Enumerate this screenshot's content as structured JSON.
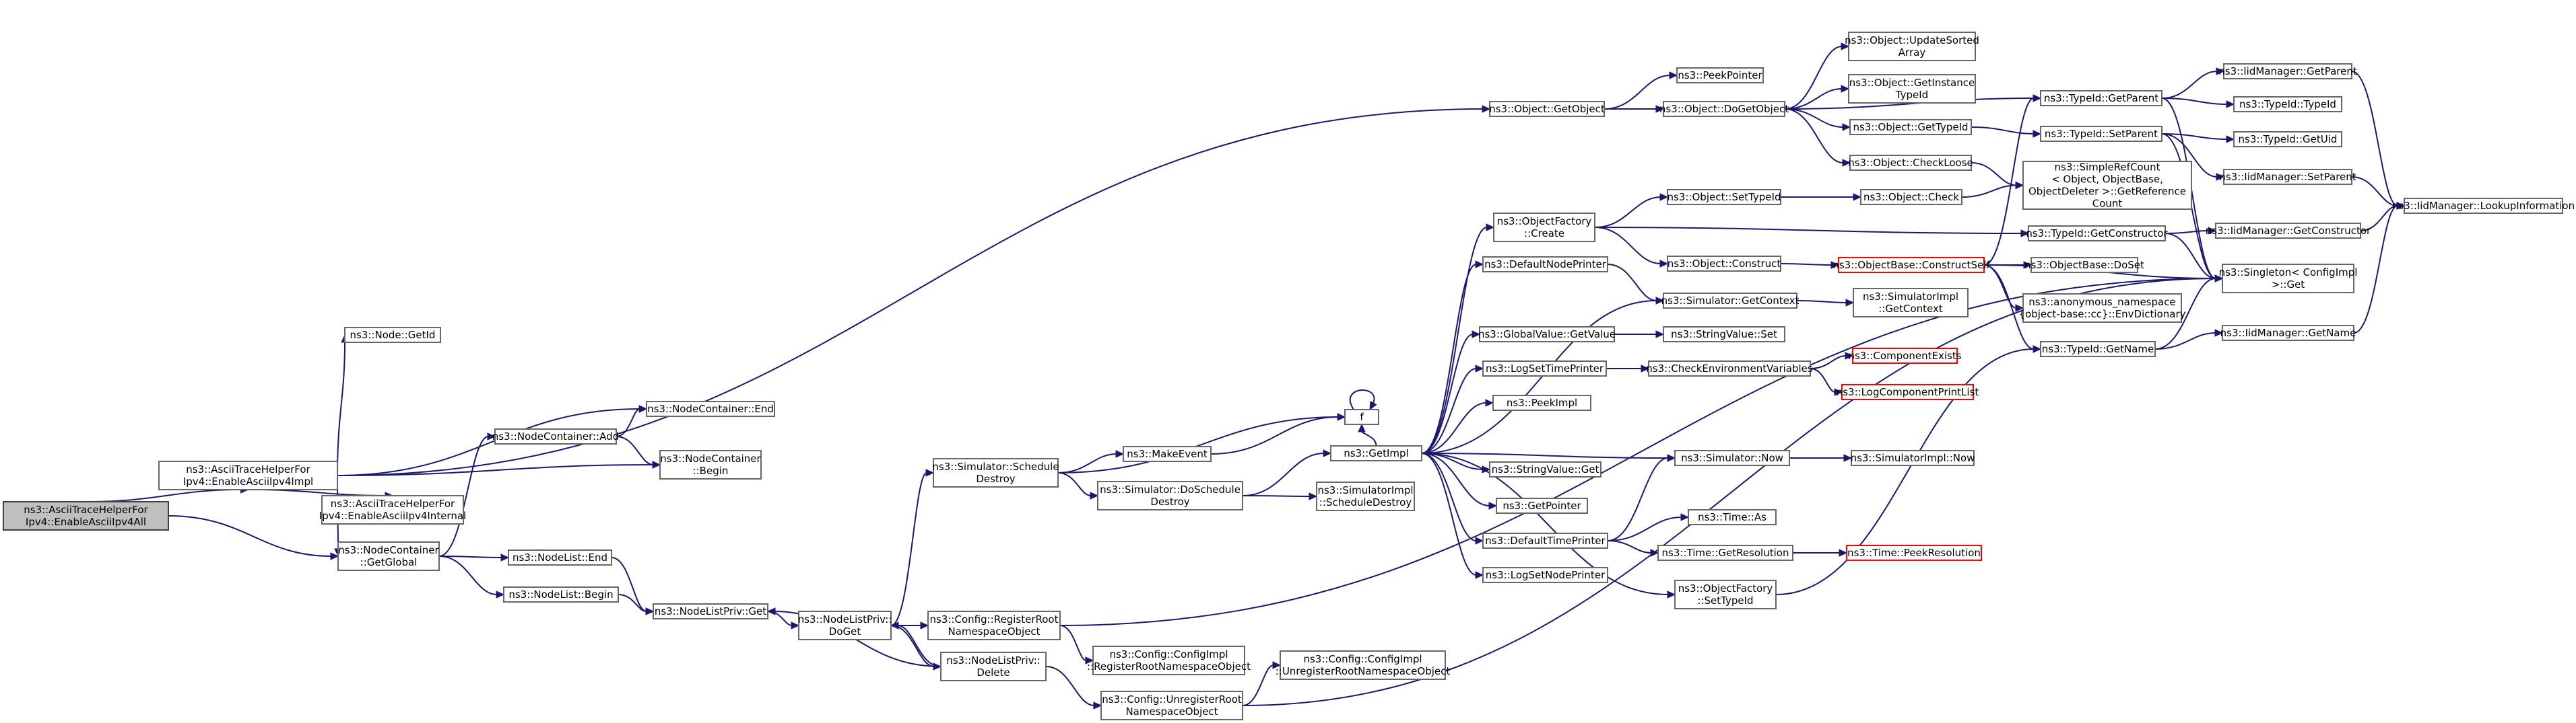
{
  "nodes": [
    {
      "id": "root",
      "label": [
        "ns3::AsciiTraceHelperFor",
        "Ipv4::EnableAsciiIpv4All"
      ],
      "style": "root"
    },
    {
      "id": "eai",
      "label": [
        "ns3::AsciiTraceHelperFor",
        "Ipv4::EnableAsciiIpv4Impl"
      ]
    },
    {
      "id": "getglobal",
      "label": [
        "ns3::NodeContainer",
        "::GetGlobal"
      ]
    },
    {
      "id": "getid",
      "label": [
        "ns3::Node::GetId"
      ]
    },
    {
      "id": "ncend",
      "label": [
        "ns3::NodeContainer::End"
      ]
    },
    {
      "id": "ncadd",
      "label": [
        "ns3::NodeContainer::Add"
      ]
    },
    {
      "id": "ncbegin",
      "label": [
        "ns3::NodeContainer",
        "::Begin"
      ]
    },
    {
      "id": "eaiint",
      "label": [
        "ns3::AsciiTraceHelperFor",
        "Ipv4::EnableAsciiIpv4Internal"
      ]
    },
    {
      "id": "nlend",
      "label": [
        "ns3::NodeList::End"
      ]
    },
    {
      "id": "nlbegin",
      "label": [
        "ns3::NodeList::Begin"
      ]
    },
    {
      "id": "nlpget",
      "label": [
        "ns3::NodeListPriv::Get"
      ]
    },
    {
      "id": "nlpdoget",
      "label": [
        "ns3::NodeListPriv::",
        "DoGet"
      ]
    },
    {
      "id": "simsched",
      "label": [
        "ns3::Simulator::Schedule",
        "Destroy"
      ]
    },
    {
      "id": "makeevent",
      "label": [
        "ns3::MakeEvent"
      ]
    },
    {
      "id": "dosched",
      "label": [
        "ns3::Simulator::DoSchedule",
        "Destroy"
      ]
    },
    {
      "id": "f",
      "label": [
        "f"
      ]
    },
    {
      "id": "cfgreg",
      "label": [
        "ns3::Config::RegisterRoot",
        "NamespaceObject"
      ]
    },
    {
      "id": "nlpdelete",
      "label": [
        "ns3::NodeListPriv::",
        "Delete"
      ]
    },
    {
      "id": "cfgimplreg",
      "label": [
        "ns3::Config::ConfigImpl",
        "::RegisterRootNamespaceObject"
      ]
    },
    {
      "id": "cfgunreg",
      "label": [
        "ns3::Config::UnregisterRoot",
        "NamespaceObject"
      ]
    },
    {
      "id": "cfgimplunreg",
      "label": [
        "ns3::Config::ConfigImpl",
        "::UnregisterRootNamespaceObject"
      ]
    },
    {
      "id": "getimpl",
      "label": [
        "ns3::GetImpl"
      ]
    },
    {
      "id": "simimplsched",
      "label": [
        "ns3::SimulatorImpl",
        "::ScheduleDestroy"
      ]
    },
    {
      "id": "getobject",
      "label": [
        "ns3::Object::GetObject"
      ]
    },
    {
      "id": "peekpointer",
      "label": [
        "ns3::PeekPointer"
      ]
    },
    {
      "id": "dogetobject",
      "label": [
        "ns3::Object::DoGetObject"
      ]
    },
    {
      "id": "updatesorted",
      "label": [
        "ns3::Object::UpdateSorted",
        "Array"
      ]
    },
    {
      "id": "getinstance",
      "label": [
        "ns3::Object::GetInstance",
        "TypeId"
      ]
    },
    {
      "id": "objgettypeid",
      "label": [
        "ns3::Object::GetTypeId"
      ]
    },
    {
      "id": "checkloose",
      "label": [
        "ns3::Object::CheckLoose"
      ]
    },
    {
      "id": "ofcreate",
      "label": [
        "ns3::ObjectFactory",
        "::Create"
      ]
    },
    {
      "id": "objsettypeid",
      "label": [
        "ns3::Object::SetTypeId"
      ]
    },
    {
      "id": "objcheck",
      "label": [
        "ns3::Object::Check"
      ]
    },
    {
      "id": "objconstruct",
      "label": [
        "ns3::Object::Construct"
      ]
    },
    {
      "id": "defnodeprinter",
      "label": [
        "ns3::DefaultNodePrinter"
      ]
    },
    {
      "id": "simgetctx",
      "label": [
        "ns3::Simulator::GetContext"
      ]
    },
    {
      "id": "simimplgetctx",
      "label": [
        "ns3::SimulatorImpl",
        "::GetContext"
      ]
    },
    {
      "id": "gvgetvalue",
      "label": [
        "ns3::GlobalValue::GetValue"
      ]
    },
    {
      "id": "svset",
      "label": [
        "ns3::StringValue::Set"
      ]
    },
    {
      "id": "logsettime",
      "label": [
        "ns3::LogSetTimePrinter"
      ]
    },
    {
      "id": "checkenv",
      "label": [
        "ns3::CheckEnvironmentVariables"
      ]
    },
    {
      "id": "compexists",
      "label": [
        "ns3::ComponentExists"
      ],
      "style": "red"
    },
    {
      "id": "logcomplist",
      "label": [
        "ns3::LogComponentPrintList"
      ],
      "style": "red"
    },
    {
      "id": "peekimpl",
      "label": [
        "ns3::PeekImpl"
      ]
    },
    {
      "id": "svget",
      "label": [
        "ns3::StringValue::Get"
      ]
    },
    {
      "id": "getpointer",
      "label": [
        "ns3::GetPointer"
      ]
    },
    {
      "id": "simnow",
      "label": [
        "ns3::Simulator::Now"
      ]
    },
    {
      "id": "simimplnow",
      "label": [
        "ns3::SimulatorImpl::Now"
      ]
    },
    {
      "id": "deftimeprinter",
      "label": [
        "ns3::DefaultTimePrinter"
      ]
    },
    {
      "id": "timeas",
      "label": [
        "ns3::Time::As"
      ]
    },
    {
      "id": "timegetres",
      "label": [
        "ns3::Time::GetResolution"
      ]
    },
    {
      "id": "timepeekres",
      "label": [
        "ns3::Time::PeekResolution"
      ],
      "style": "red"
    },
    {
      "id": "logsetnode",
      "label": [
        "ns3::LogSetNodePrinter"
      ]
    },
    {
      "id": "ofsettypeid",
      "label": [
        "ns3::ObjectFactory",
        "::SetTypeId"
      ]
    },
    {
      "id": "obconstructself",
      "label": [
        "ns3::ObjectBase::ConstructSelf"
      ],
      "style": "red"
    },
    {
      "id": "obdoset",
      "label": [
        "ns3::ObjectBase::DoSet"
      ]
    },
    {
      "id": "anonenv",
      "label": [
        "ns3::anonymous_namespace",
        "{object-base::cc}::EnvDictionary"
      ]
    },
    {
      "id": "simplerefcount",
      "label": [
        "ns3::SimpleRefCount",
        "< Object, ObjectBase,",
        "ObjectDeleter >::GetReference",
        "Count"
      ]
    },
    {
      "id": "tidgetparent",
      "label": [
        "ns3::TypeId::GetParent"
      ]
    },
    {
      "id": "tidsetparent",
      "label": [
        "ns3::TypeId::SetParent"
      ]
    },
    {
      "id": "tidgetctor",
      "label": [
        "ns3::TypeId::GetConstructor"
      ]
    },
    {
      "id": "tidgetname",
      "label": [
        "ns3::TypeId::GetName"
      ]
    },
    {
      "id": "iidgetparent",
      "label": [
        "ns3::IidManager::GetParent"
      ]
    },
    {
      "id": "tidtypeid",
      "label": [
        "ns3::TypeId::TypeId"
      ]
    },
    {
      "id": "tidgetuid",
      "label": [
        "ns3::TypeId::GetUid"
      ]
    },
    {
      "id": "iidsetparent",
      "label": [
        "ns3::IidManager::SetParent"
      ]
    },
    {
      "id": "iidgetctor",
      "label": [
        "ns3::IidManager::GetConstructor"
      ]
    },
    {
      "id": "singleton",
      "label": [
        "ns3::Singleton< ConfigImpl",
        ">::Get"
      ]
    },
    {
      "id": "iidgetname",
      "label": [
        "ns3::IidManager::GetName"
      ]
    },
    {
      "id": "iidlookup",
      "label": [
        "ns3::IidManager::LookupInformation"
      ]
    }
  ],
  "edges": [
    [
      "root",
      "eai"
    ],
    [
      "root",
      "getglobal"
    ],
    [
      "eai",
      "getid"
    ],
    [
      "eai",
      "ncend"
    ],
    [
      "eai",
      "ncbegin"
    ],
    [
      "eai",
      "eaiint"
    ],
    [
      "eai",
      "getglobal"
    ],
    [
      "eai",
      "getobject"
    ],
    [
      "getglobal",
      "ncadd"
    ],
    [
      "getglobal",
      "nlend"
    ],
    [
      "getglobal",
      "nlbegin"
    ],
    [
      "ncadd",
      "ncend"
    ],
    [
      "ncadd",
      "ncbegin"
    ],
    [
      "nlend",
      "nlpget"
    ],
    [
      "nlbegin",
      "nlpget"
    ],
    [
      "nlpget",
      "nlpdoget"
    ],
    [
      "nlpdoget",
      "simsched"
    ],
    [
      "nlpdoget",
      "cfgreg"
    ],
    [
      "nlpdoget",
      "nlpdelete"
    ],
    [
      "nlpdelete",
      "nlpdoget"
    ],
    [
      "nlpdelete",
      "nlpget"
    ],
    [
      "nlpdelete",
      "cfgunreg"
    ],
    [
      "simsched",
      "makeevent"
    ],
    [
      "simsched",
      "dosched"
    ],
    [
      "simsched",
      "f"
    ],
    [
      "makeevent",
      "f"
    ],
    [
      "f",
      "f"
    ],
    [
      "dosched",
      "getimpl"
    ],
    [
      "dosched",
      "simimplsched"
    ],
    [
      "cfgreg",
      "cfgimplreg"
    ],
    [
      "cfgreg",
      "singleton"
    ],
    [
      "cfgunreg",
      "cfgimplunreg"
    ],
    [
      "cfgunreg",
      "singleton"
    ],
    [
      "getimpl",
      "ofcreate"
    ],
    [
      "getimpl",
      "defnodeprinter"
    ],
    [
      "getimpl",
      "simgetctx"
    ],
    [
      "getimpl",
      "gvgetvalue"
    ],
    [
      "getimpl",
      "logsettime"
    ],
    [
      "getimpl",
      "peekimpl"
    ],
    [
      "getimpl",
      "svget"
    ],
    [
      "getimpl",
      "getpointer"
    ],
    [
      "getimpl",
      "simnow"
    ],
    [
      "getimpl",
      "deftimeprinter"
    ],
    [
      "getimpl",
      "logsetnode"
    ],
    [
      "getimpl",
      "ofsettypeid"
    ],
    [
      "getimpl",
      "f"
    ],
    [
      "getobject",
      "peekpointer"
    ],
    [
      "getobject",
      "dogetobject"
    ],
    [
      "dogetobject",
      "updatesorted"
    ],
    [
      "dogetobject",
      "getinstance"
    ],
    [
      "dogetobject",
      "objgettypeid"
    ],
    [
      "dogetobject",
      "checkloose"
    ],
    [
      "dogetobject",
      "tidgetparent"
    ],
    [
      "checkloose",
      "simplerefcount"
    ],
    [
      "objgettypeid",
      "tidsetparent"
    ],
    [
      "ofcreate",
      "objsettypeid"
    ],
    [
      "ofcreate",
      "objconstruct"
    ],
    [
      "ofcreate",
      "tidgetctor"
    ],
    [
      "objsettypeid",
      "objcheck"
    ],
    [
      "objcheck",
      "simplerefcount"
    ],
    [
      "objconstruct",
      "obconstructself"
    ],
    [
      "obconstructself",
      "obdoset"
    ],
    [
      "obconstructself",
      "anonenv"
    ],
    [
      "obconstructself",
      "tidgetparent"
    ],
    [
      "obconstructself",
      "tidgetname"
    ],
    [
      "obconstructself",
      "singleton"
    ],
    [
      "defnodeprinter",
      "simgetctx"
    ],
    [
      "simgetctx",
      "simimplgetctx"
    ],
    [
      "gvgetvalue",
      "svset"
    ],
    [
      "logsettime",
      "checkenv"
    ],
    [
      "checkenv",
      "compexists"
    ],
    [
      "checkenv",
      "logcomplist"
    ],
    [
      "simnow",
      "simimplnow"
    ],
    [
      "deftimeprinter",
      "simnow"
    ],
    [
      "deftimeprinter",
      "timeas"
    ],
    [
      "deftimeprinter",
      "timegetres"
    ],
    [
      "timegetres",
      "timepeekres"
    ],
    [
      "ofsettypeid",
      "tidgetname"
    ],
    [
      "tidgetparent",
      "iidgetparent"
    ],
    [
      "tidgetparent",
      "tidtypeid"
    ],
    [
      "tidgetparent",
      "singleton"
    ],
    [
      "tidsetparent",
      "tidgetuid"
    ],
    [
      "tidsetparent",
      "iidsetparent"
    ],
    [
      "tidsetparent",
      "singleton"
    ],
    [
      "tidgetctor",
      "iidgetctor"
    ],
    [
      "tidgetctor",
      "singleton"
    ],
    [
      "tidgetname",
      "iidgetname"
    ],
    [
      "tidgetname",
      "singleton"
    ],
    [
      "iidgetparent",
      "iidlookup"
    ],
    [
      "iidsetparent",
      "iidlookup"
    ],
    [
      "iidgetctor",
      "iidlookup"
    ],
    [
      "iidgetname",
      "iidlookup"
    ]
  ]
}
